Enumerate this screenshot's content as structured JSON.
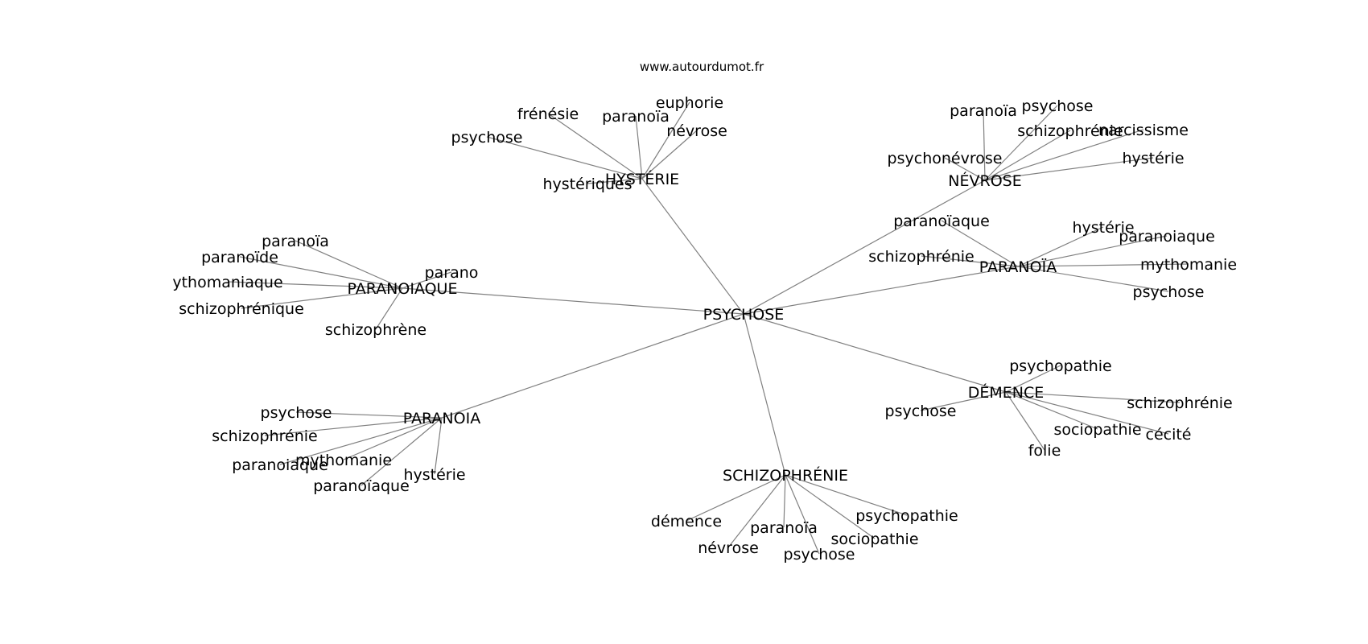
{
  "source_credit": "www.autourdumot.fr",
  "colors": {
    "background": "#ffffff",
    "edge": "#808080",
    "text": "#000000"
  },
  "graph": {
    "root": "PSYCHOSE",
    "hubs": [
      {
        "label": "HYSTÉRIE",
        "leaves": [
          "frénésie",
          "euphorie",
          "paranoïa",
          "névrose",
          "psychose",
          "hystériques"
        ]
      },
      {
        "label": "NÉVROSE",
        "leaves": [
          "paranoïa",
          "psychose",
          "schizophrénie",
          "narcissisme",
          "psychonévrose",
          "hystérie"
        ]
      },
      {
        "label": "PARANOÏA",
        "leaves": [
          "paranoïaque",
          "hystérie",
          "paranoiaque",
          "schizophrénie",
          "mythomanie",
          "psychose"
        ]
      },
      {
        "label": "PARANOIAQUE",
        "leaves": [
          "paranoïa",
          "paranoïde",
          "parano",
          "ythomaniaque",
          "schizophrénique",
          "schizophrène"
        ]
      },
      {
        "label": "DÉMENCE",
        "leaves": [
          "psychopathie",
          "psychose",
          "schizophrénie",
          "sociopathie",
          "cécité",
          "folie"
        ]
      },
      {
        "label": "PARANOIA",
        "leaves": [
          "psychose",
          "schizophrénie",
          "mythomanie",
          "paranoiaque",
          "paranoïaque",
          "hystérie"
        ]
      },
      {
        "label": "SCHIZOPHRÉNIE",
        "leaves": [
          "démence",
          "psychopathie",
          "paranoïa",
          "sociopathie",
          "névrose",
          "psychose"
        ]
      }
    ]
  }
}
